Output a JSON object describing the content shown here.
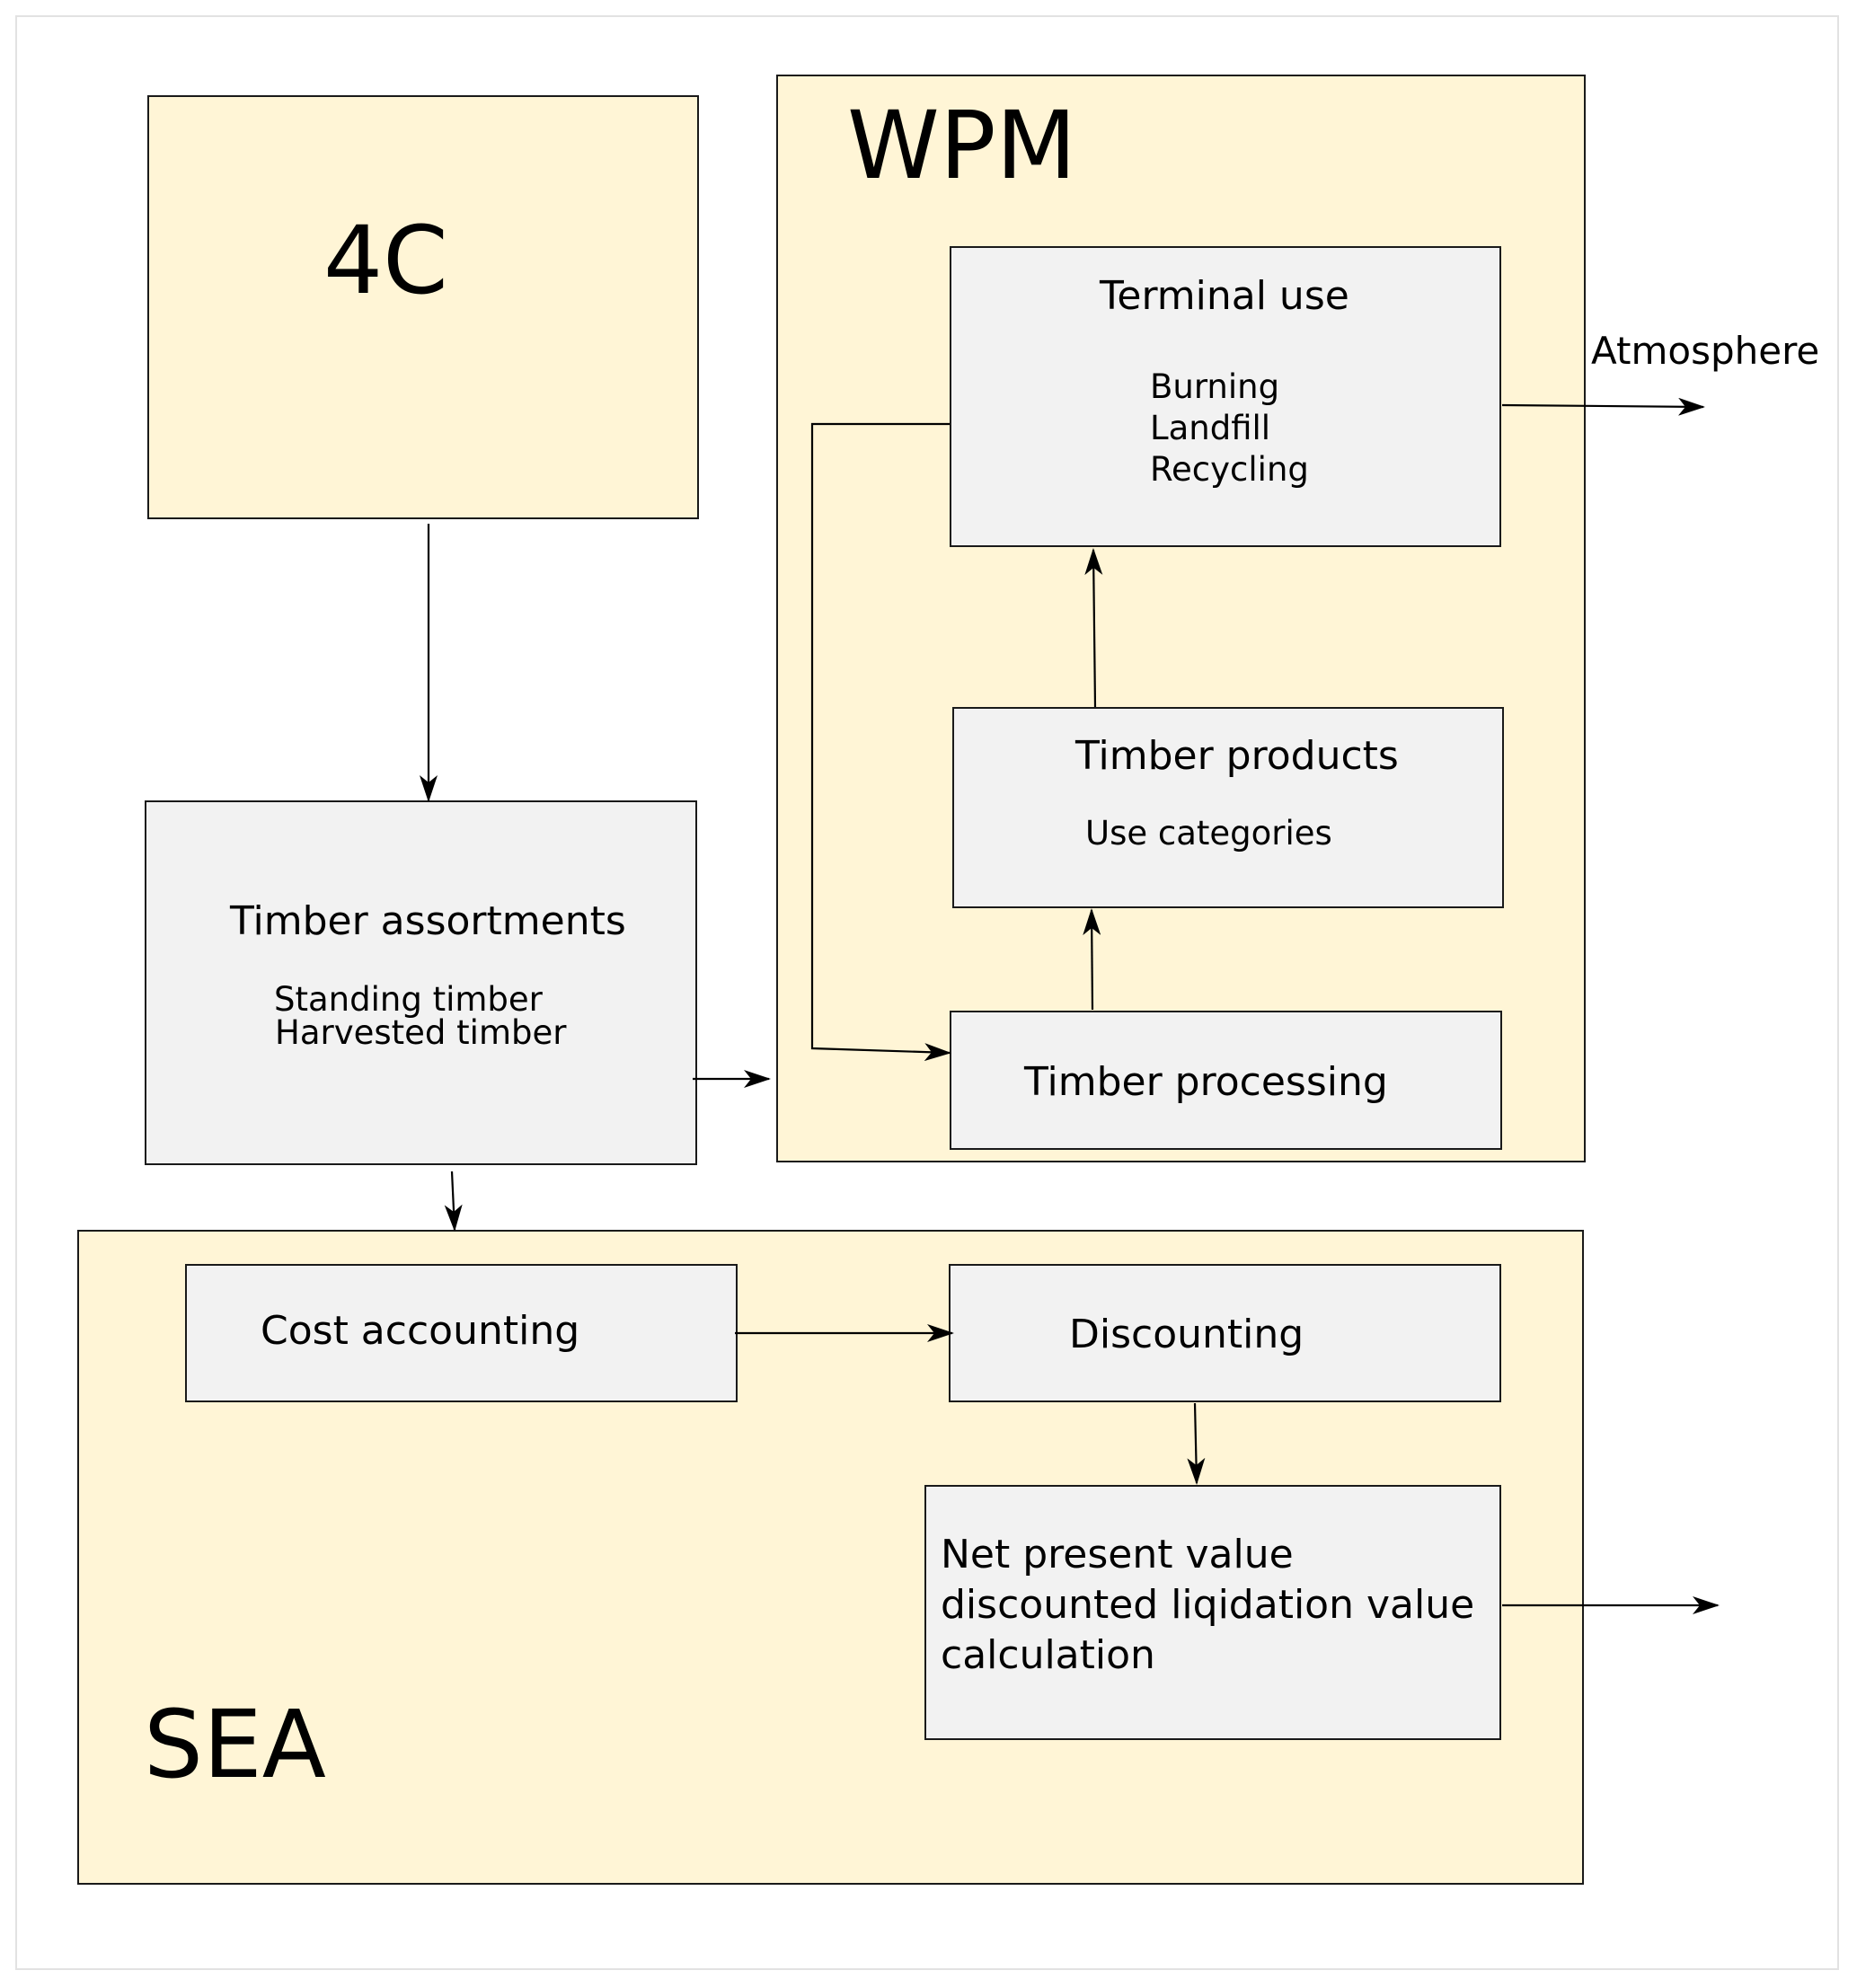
{
  "diagram": {
    "modules": {
      "c4": {
        "label": "4C"
      },
      "wpm": {
        "label": "WPM"
      },
      "sea": {
        "label": "SEA"
      }
    },
    "boxes": {
      "terminal_use": {
        "title": "Terminal use",
        "items": [
          "Burning",
          "Landfill",
          "Recycling"
        ]
      },
      "timber_products": {
        "title": "Timber products",
        "items": [
          "Use categories"
        ]
      },
      "timber_processing": {
        "title": "Timber processing"
      },
      "timber_assortments": {
        "title": "Timber assortments",
        "items": [
          "Standing timber",
          "Harvested timber"
        ]
      },
      "cost_accounting": {
        "title": "Cost accounting"
      },
      "discounting": {
        "title": "Discounting"
      },
      "npv": {
        "lines": [
          "Net present value",
          "discounted liqidation value",
          "calculation"
        ]
      }
    },
    "external_labels": {
      "atmosphere": "Atmosphere"
    },
    "connections": [
      {
        "from": "4C",
        "to": "Timber assortments"
      },
      {
        "from": "Timber assortments",
        "to": "WPM"
      },
      {
        "from": "Timber assortments",
        "to": "SEA"
      },
      {
        "from": "Timber processing",
        "to": "Timber products"
      },
      {
        "from": "Timber products",
        "to": "Terminal use"
      },
      {
        "from": "Terminal use",
        "to": "Timber processing"
      },
      {
        "from": "Terminal use",
        "to": "Atmosphere"
      },
      {
        "from": "Cost accounting",
        "to": "Discounting"
      },
      {
        "from": "Discounting",
        "to": "Net present value"
      },
      {
        "from": "Net present value",
        "to": "output"
      }
    ],
    "colors": {
      "module_fill": "#fff5d6",
      "box_fill": "#f2f2f2",
      "stroke": "#1a1a1a"
    }
  }
}
